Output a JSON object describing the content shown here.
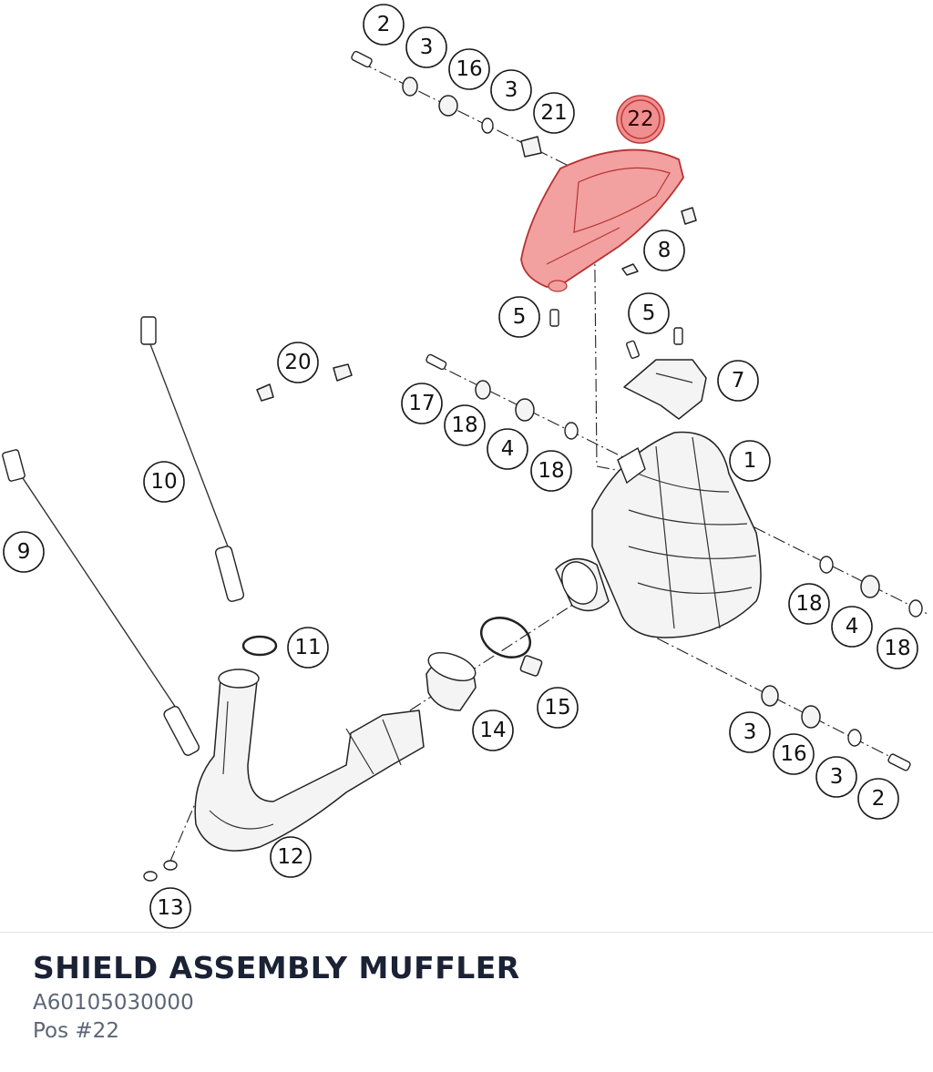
{
  "title": "SHIELD ASSEMBLY MUFFLER",
  "part_number": "A60105030000",
  "position": "Pos #22",
  "highlight_color": "#f08f8f",
  "callouts": [
    {
      "label": "2"
    },
    {
      "label": "3"
    },
    {
      "label": "16"
    },
    {
      "label": "3"
    },
    {
      "label": "21"
    },
    {
      "label": "22",
      "highlighted": true
    },
    {
      "label": "8"
    },
    {
      "label": "5"
    },
    {
      "label": "5"
    },
    {
      "label": "7"
    },
    {
      "label": "20"
    },
    {
      "label": "17"
    },
    {
      "label": "18"
    },
    {
      "label": "4"
    },
    {
      "label": "18"
    },
    {
      "label": "1"
    },
    {
      "label": "10"
    },
    {
      "label": "9"
    },
    {
      "label": "18"
    },
    {
      "label": "4"
    },
    {
      "label": "18"
    },
    {
      "label": "11"
    },
    {
      "label": "15"
    },
    {
      "label": "14"
    },
    {
      "label": "3"
    },
    {
      "label": "16"
    },
    {
      "label": "3"
    },
    {
      "label": "2"
    },
    {
      "label": "12"
    },
    {
      "label": "13"
    }
  ]
}
